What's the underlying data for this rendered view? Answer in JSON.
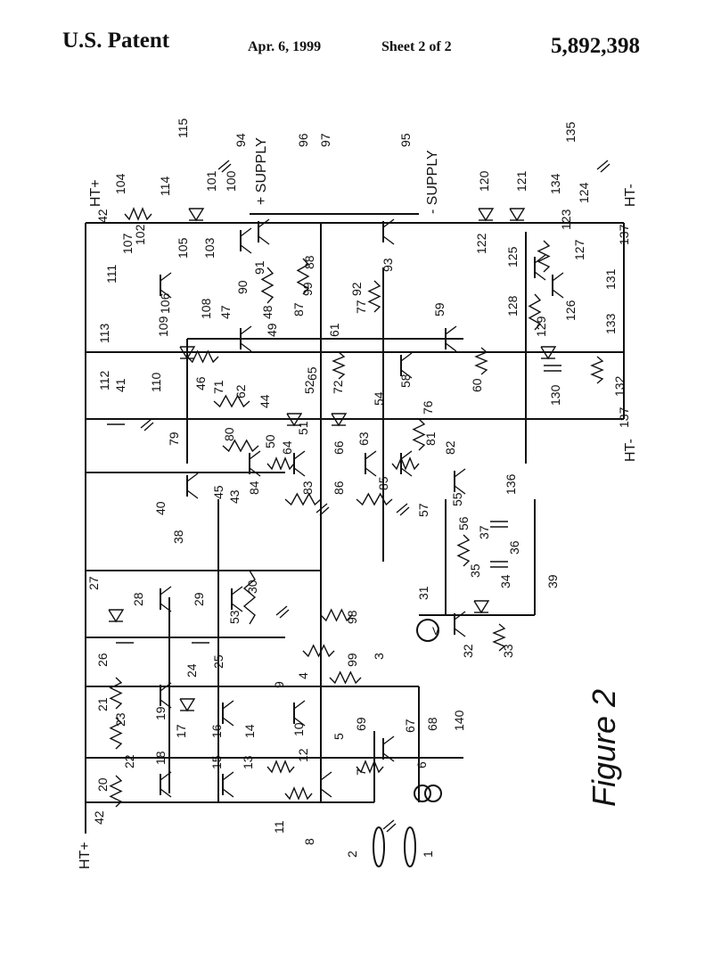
{
  "header": {
    "patent_label": "U.S. Patent",
    "date": "Apr. 6, 1999",
    "sheet": "Sheet 2 of 2",
    "patent_number": "5,892,398"
  },
  "figure": {
    "caption": "Figure 2",
    "rail_labels": [
      {
        "id": "ht-plus-left",
        "text": "HT+"
      },
      {
        "id": "ht-plus-top",
        "text": "HT+"
      },
      {
        "id": "ht-minus-top",
        "text": "HT-"
      },
      {
        "id": "ht-minus-right",
        "text": "HT-"
      },
      {
        "id": "plus-supply",
        "text": "+ SUPPLY"
      },
      {
        "id": "minus-supply",
        "text": "- SUPPLY"
      },
      {
        "id": "meter",
        "text": "V"
      }
    ],
    "reference_numerals": [
      "1",
      "2",
      "3",
      "4",
      "5",
      "6",
      "7",
      "8",
      "9",
      "10",
      "11",
      "12",
      "13",
      "14",
      "15",
      "16",
      "17",
      "18",
      "19",
      "20",
      "21",
      "22",
      "23",
      "24",
      "25",
      "26",
      "27",
      "28",
      "29",
      "30",
      "31",
      "32",
      "33",
      "34",
      "35",
      "36",
      "37",
      "38",
      "39",
      "40",
      "41",
      "42",
      "42",
      "43",
      "44",
      "45",
      "46",
      "47",
      "48",
      "49",
      "50",
      "51",
      "52",
      "53",
      "54",
      "55",
      "56",
      "57",
      "58",
      "59",
      "60",
      "61",
      "62",
      "63",
      "64",
      "65",
      "66",
      "67",
      "68",
      "69",
      "71",
      "72",
      "76",
      "77",
      "79",
      "80",
      "81",
      "82",
      "83",
      "84",
      "85",
      "86",
      "87",
      "88",
      "90",
      "91",
      "92",
      "93",
      "94",
      "95",
      "96",
      "97",
      "98",
      "99",
      "99",
      "100",
      "101",
      "102",
      "103",
      "104",
      "105",
      "106",
      "107",
      "108",
      "109",
      "110",
      "111",
      "112",
      "113",
      "114",
      "115",
      "120",
      "121",
      "122",
      "123",
      "124",
      "125",
      "126",
      "127",
      "128",
      "129",
      "130",
      "131",
      "132",
      "133",
      "134",
      "135",
      "136",
      "137",
      "137",
      "140"
    ]
  }
}
